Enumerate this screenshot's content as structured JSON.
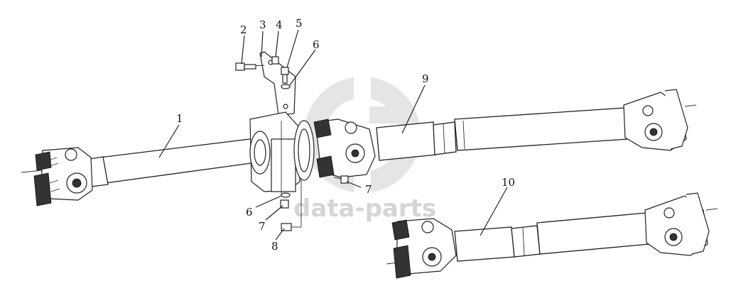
{
  "diagram": {
    "callouts": [
      {
        "id": "1",
        "label": "1"
      },
      {
        "id": "2",
        "label": "2"
      },
      {
        "id": "3",
        "label": "3"
      },
      {
        "id": "4",
        "label": "4"
      },
      {
        "id": "5",
        "label": "5"
      },
      {
        "id": "6a",
        "label": "6"
      },
      {
        "id": "6b",
        "label": "6"
      },
      {
        "id": "7a",
        "label": "7"
      },
      {
        "id": "7b",
        "label": "7"
      },
      {
        "id": "8",
        "label": "8"
      },
      {
        "id": "9",
        "label": "9"
      },
      {
        "id": "10",
        "label": "10"
      }
    ]
  },
  "watermark": {
    "text": "data-parts",
    "logo": "gp-logo-icon",
    "color": "#c8c8c8"
  }
}
